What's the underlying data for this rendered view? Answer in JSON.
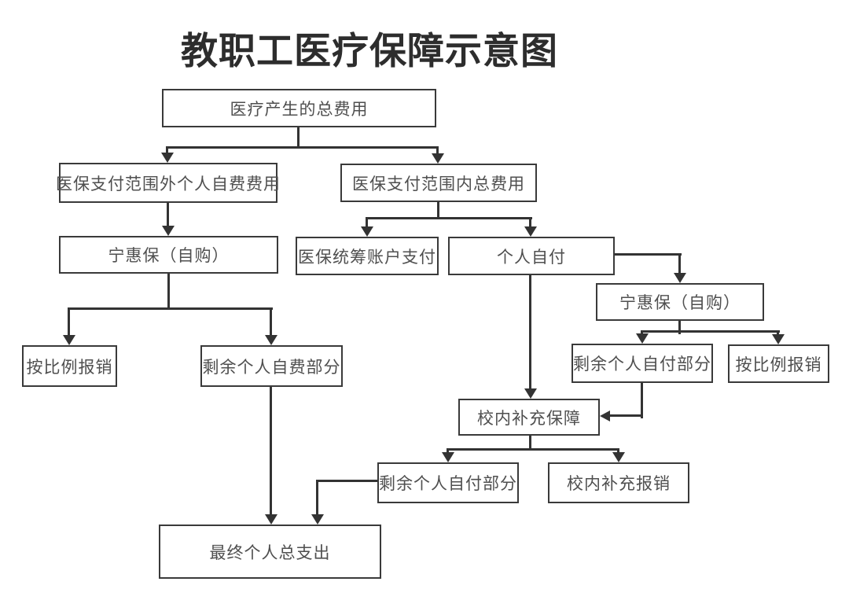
{
  "title": "教职工医疗保障示意图",
  "colors": {
    "line": "#333333",
    "box_border": "#3a3a3a",
    "text": "#4f4f4f",
    "background": "#ffffff"
  },
  "nodes": {
    "total_cost": {
      "label": "医疗产生的总费用"
    },
    "out_of_scope": {
      "label": "医保支付范围外个人自费费用"
    },
    "in_scope": {
      "label": "医保支付范围内总费用"
    },
    "ninghuibao_left": {
      "label": "宁惠保（自购）"
    },
    "pooling_account": {
      "label": "医保统筹账户支付"
    },
    "personal_pay": {
      "label": "个人自付"
    },
    "ninghuibao_right": {
      "label": "宁惠保（自购）"
    },
    "proportional_left": {
      "label": "按比例报销"
    },
    "remaining_self_fee": {
      "label": "剩余个人自费部分"
    },
    "remaining_self_pay_right": {
      "label": "剩余个人自付部分"
    },
    "proportional_right": {
      "label": "按比例报销"
    },
    "school_supplement": {
      "label": "校内补充保障"
    },
    "remaining_self_pay_bottom": {
      "label": "剩余个人自付部分"
    },
    "school_reimbursement": {
      "label": "校内补充报销"
    },
    "final_total": {
      "label": "最终个人总支出"
    }
  },
  "edges": [
    {
      "from": "total_cost",
      "to": "out_of_scope"
    },
    {
      "from": "total_cost",
      "to": "in_scope"
    },
    {
      "from": "out_of_scope",
      "to": "ninghuibao_left"
    },
    {
      "from": "in_scope",
      "to": "pooling_account"
    },
    {
      "from": "in_scope",
      "to": "personal_pay"
    },
    {
      "from": "personal_pay",
      "to": "ninghuibao_right"
    },
    {
      "from": "ninghuibao_left",
      "to": "proportional_left"
    },
    {
      "from": "ninghuibao_left",
      "to": "remaining_self_fee"
    },
    {
      "from": "ninghuibao_right",
      "to": "remaining_self_pay_right"
    },
    {
      "from": "ninghuibao_right",
      "to": "proportional_right"
    },
    {
      "from": "personal_pay",
      "to": "school_supplement"
    },
    {
      "from": "remaining_self_pay_right",
      "to": "school_supplement"
    },
    {
      "from": "school_supplement",
      "to": "remaining_self_pay_bottom"
    },
    {
      "from": "school_supplement",
      "to": "school_reimbursement"
    },
    {
      "from": "remaining_self_fee",
      "to": "final_total"
    },
    {
      "from": "remaining_self_pay_bottom",
      "to": "final_total"
    }
  ]
}
